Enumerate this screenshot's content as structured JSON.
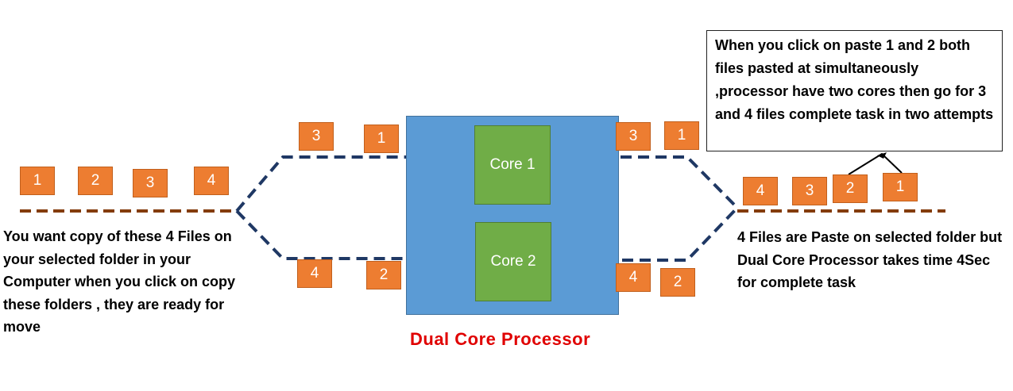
{
  "processor": {
    "caption": "Dual Core Processor",
    "core1_label": "Core 1",
    "core2_label": "Core 2"
  },
  "input_files": [
    "1",
    "2",
    "3",
    "4"
  ],
  "core1_files": {
    "incoming": [
      "3",
      "1"
    ],
    "outgoing": [
      "3",
      "1"
    ]
  },
  "core2_files": {
    "incoming": [
      "4",
      "2"
    ],
    "outgoing": [
      "4",
      "2"
    ]
  },
  "output_files": [
    "4",
    "3",
    "2",
    "1"
  ],
  "notes": {
    "left": "You want copy of these 4 Files on your  selected folder in your Computer when you click on copy these folders , they are ready for move",
    "right": "4 Files are Paste on  selected folder but Dual Core Processor takes time 4Sec for complete task",
    "callout": "When you click on paste 1 and 2 both files pasted at simultaneously ,processor have two cores then go for 3 and 4 files complete task in two attempts"
  },
  "colors": {
    "file_box": "#ED7D31",
    "core": "#70AD47",
    "processor": "#5B9BD5",
    "dashed_path": "#1F3864",
    "baseline": "#843C0C",
    "caption": "#E00000"
  }
}
